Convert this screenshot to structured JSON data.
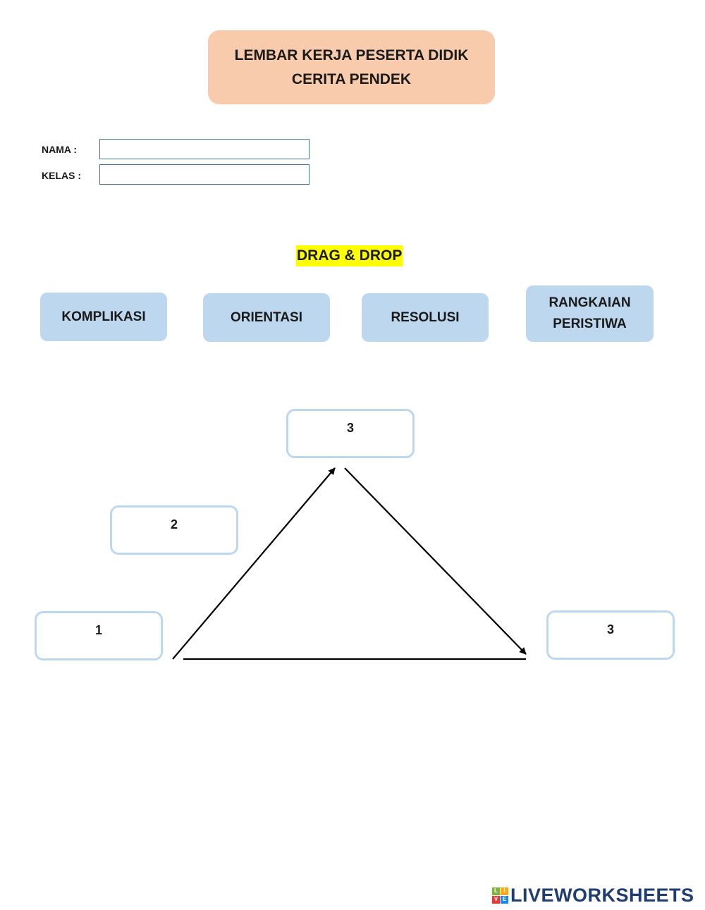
{
  "header": {
    "title_line1": "LEMBAR KERJA PESERTA DIDIK",
    "title_line2": "CERITA PENDEK"
  },
  "form": {
    "name_label": "NAMA  :",
    "name_value": "",
    "class_label": "KELAS   :",
    "class_value": ""
  },
  "activity": {
    "heading": "DRAG & DROP",
    "options": [
      "KOMPLIKASI",
      "ORIENTASI",
      "RESOLUSI",
      "RANGKAIAN",
      "PERISTIWA"
    ]
  },
  "diagram": {
    "slots": {
      "bottom_left": "1",
      "mid_left": "2",
      "top": "3",
      "bottom_right": "3"
    }
  },
  "footer": {
    "logo_letters": [
      "L",
      "I",
      "V",
      "E"
    ],
    "brand": "LIVEWORKSHEETS"
  },
  "colors": {
    "title_bg": "#f8cbad",
    "chip_bg": "#bdd7ee",
    "drop_border": "#bdd7ee",
    "highlight": "#ffff00",
    "input_border": "#4a6f96",
    "brand_text": "#1f3d70",
    "logo_l": "#7cb342",
    "logo_i": "#f9a825",
    "logo_v": "#e53935",
    "logo_e": "#1e88e5"
  }
}
